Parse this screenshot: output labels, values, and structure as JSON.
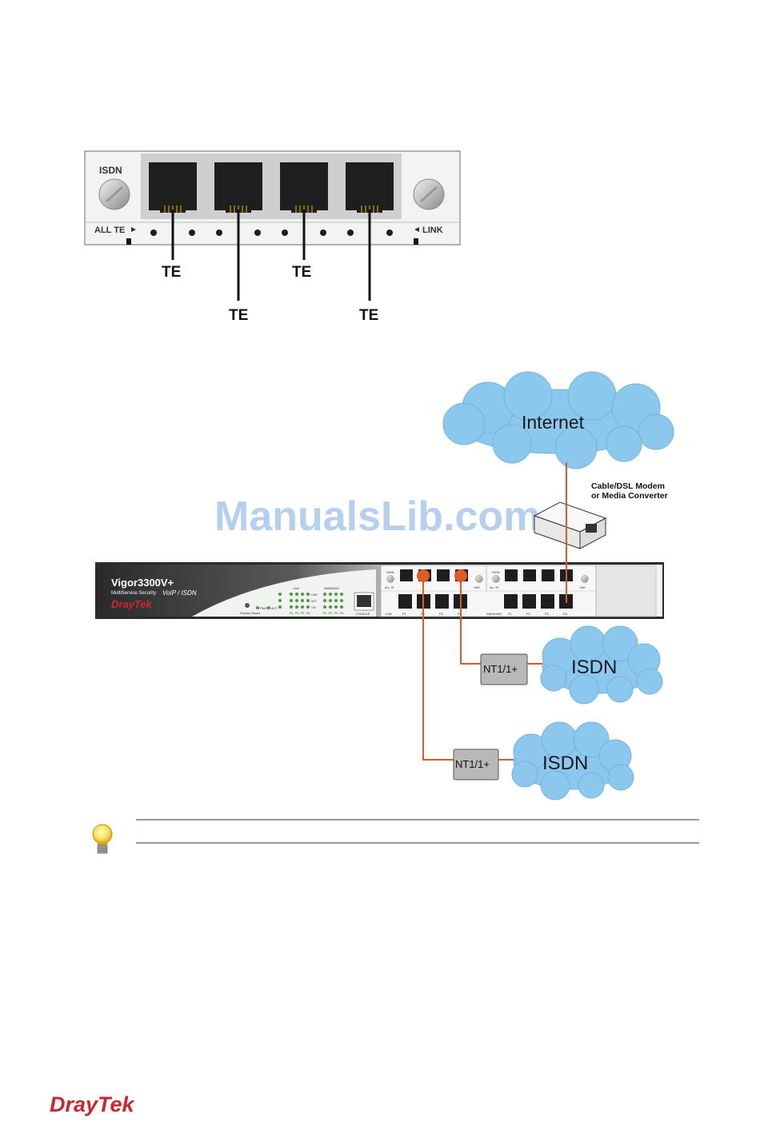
{
  "colors": {
    "cloud_blue": "#8cc8ee",
    "cable_orange": "#e05a22",
    "draytek_red": "#d3232a",
    "port_dark": "#1e1e1e",
    "nt_box_gray": "#b8b8b8",
    "watermark_blue": "#a9c8ec"
  },
  "isdn_module": {
    "isdn_label": "ISDN",
    "all_te_label": "ALL TE",
    "link_label": "LINK",
    "te_labels": [
      "TE",
      "TE",
      "TE",
      "TE"
    ]
  },
  "network_diagram": {
    "internet_label": "Internet",
    "modem_label_line1": "Cable/DSL Modem",
    "modem_label_line2": "or Media Converter",
    "router_model": "Vigor3300V+",
    "router_sub1": "MultiService Security",
    "router_sub2": "VoIP / ISDN",
    "router_brand": "DrayTek",
    "nt_labels": [
      "NT1/1+",
      "NT1/1+"
    ],
    "isdn_cloud_labels": [
      "ISDN",
      "ISDN"
    ],
    "lan_port_labels": [
      "LAN",
      "P1",
      "P2",
      "P3",
      "P4"
    ],
    "wan_port_labels": [
      "WAN/DMZ",
      "P1",
      "P2",
      "P3",
      "P4"
    ],
    "led_group_labels": [
      "LAN",
      "WAN/DMZ"
    ],
    "led_row_labels": [
      "LINK",
      "ACT",
      "100"
    ],
    "port_numbers": [
      "P1",
      "P2",
      "P3",
      "P4"
    ],
    "factory_reset_label": "Factory Reset",
    "status_leds": [
      "PWR",
      "ACT"
    ],
    "panel_isdn_label": "ISDN",
    "panel_all_te_label": "ALL TE",
    "panel_link_label": "LINK",
    "console_label": "CONSOLE"
  },
  "watermark": "ManualsLib.com",
  "note": {
    "icon": "lightbulb-icon"
  },
  "footer": {
    "brand": "DrayTek"
  }
}
